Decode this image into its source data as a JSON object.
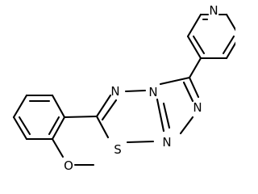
{
  "structure": {
    "atoms": {
      "n_pyridine": "N",
      "n_triazole_1": "N",
      "n_triazole_2": "N",
      "n_bridge": "N",
      "n_thiadiazole": "N",
      "s_thiadiazole": "S",
      "o_methoxy": "O"
    }
  }
}
